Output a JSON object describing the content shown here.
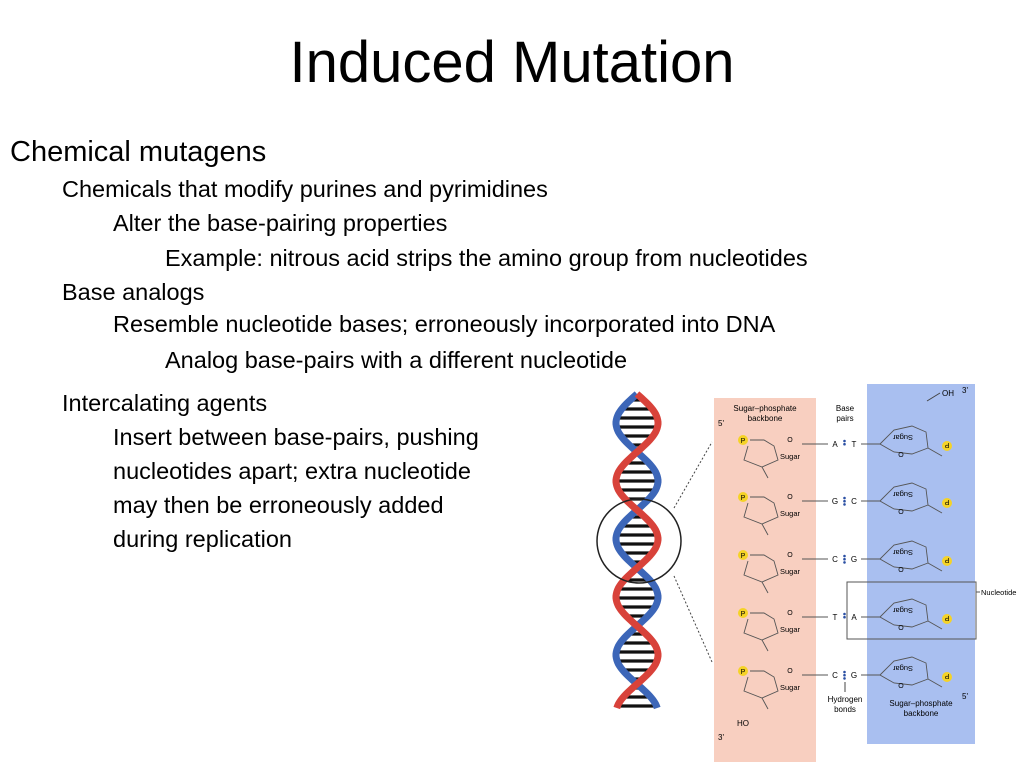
{
  "slide": {
    "title": "Induced Mutation",
    "bullets": [
      "Chemical mutagens",
      "Chemicals that modify purines and pyrimidines",
      "Alter the base-pairing properties",
      "Example: nitrous acid strips the amino group from nucleotides",
      "Base analogs",
      "Resemble nucleotide bases; erroneously incorporated into DNA",
      "Analog base-pairs with a different nucleotide",
      "Intercalating agents",
      "Insert between base-pairs, pushing",
      "nucleotides apart; extra nucleotide",
      "may then be erroneously added",
      "during replication"
    ]
  },
  "figure": {
    "backbone_label_line1": "Sugar–phosphate",
    "backbone_label_line2": "backbone",
    "base_pairs_line1": "Base",
    "base_pairs_line2": "pairs",
    "end_5_top": "5'",
    "end_3_top": "3'",
    "end_3_bottom": "3'",
    "end_5_bottom": "5'",
    "oh": "OH",
    "ho": "HO",
    "phosphate": "P",
    "sugar": "Sugar",
    "oxygen": "O",
    "pairs": [
      {
        "left": "A",
        "right": "T"
      },
      {
        "left": "G",
        "right": "C"
      },
      {
        "left": "C",
        "right": "G"
      },
      {
        "left": "T",
        "right": "A"
      },
      {
        "left": "C",
        "right": "G"
      }
    ],
    "nucleotide_label": "Nucleotide",
    "hydrogen_line1": "Hydrogen",
    "hydrogen_line2": "bonds",
    "colors": {
      "left_strand_bg": "#f8cfc0",
      "right_strand_bg": "#a9bff0",
      "phosphate": "#f5d327",
      "helix_red": "#d8423a",
      "helix_blue": "#3c66b8"
    }
  }
}
